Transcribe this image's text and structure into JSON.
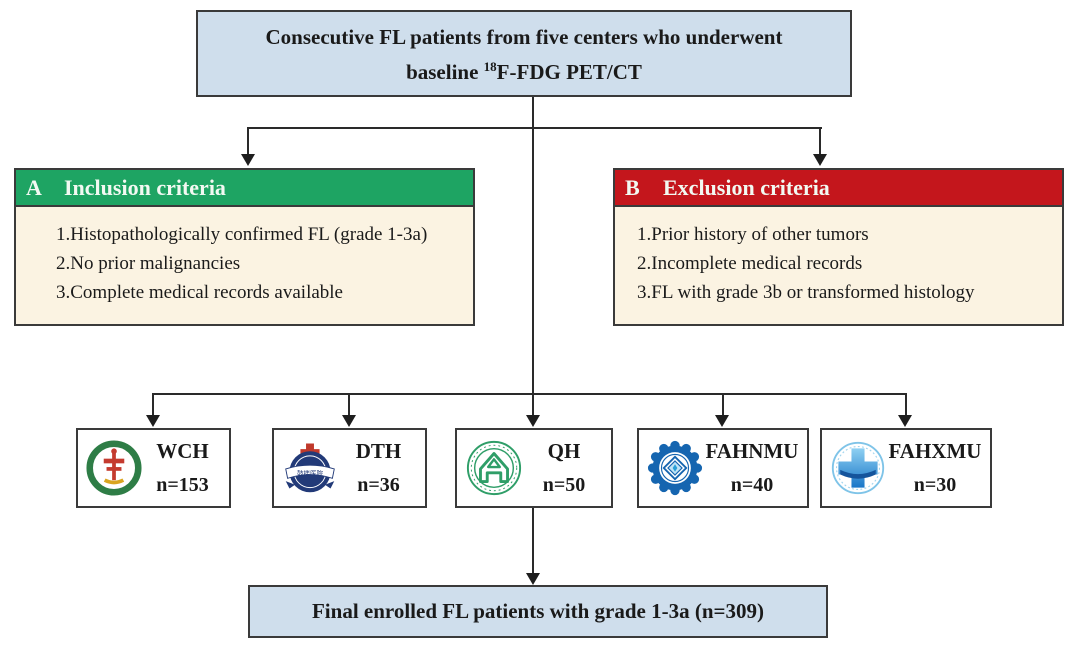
{
  "top_box": {
    "line1": "Consecutive FL patients from five centers who underwent",
    "line2_pre": "baseline ",
    "line2_sup": "18",
    "line2_post": "F-FDG PET/CT"
  },
  "inclusion": {
    "label": "A",
    "title": "Inclusion criteria",
    "header_color": "#1ea463",
    "items": [
      "1.Histopathologically confirmed FL (grade 1-3a)",
      "2.No prior malignancies",
      "3.Complete medical records available"
    ]
  },
  "exclusion": {
    "label": "B",
    "title": "Exclusion criteria",
    "header_color": "#c4161c",
    "items": [
      "1.Prior history of other tumors",
      "2.Incomplete medical records",
      "3.FL with grade 3b or transformed histology"
    ]
  },
  "centers": [
    {
      "acronym": "WCH",
      "n": "n=153",
      "logo": "wch-seal"
    },
    {
      "acronym": "DTH",
      "n": "n=36",
      "logo": "dth-seal"
    },
    {
      "acronym": "QH",
      "n": "n=50",
      "logo": "qh-seal"
    },
    {
      "acronym": "FAHNMU",
      "n": "n=40",
      "logo": "fahnmu-seal"
    },
    {
      "acronym": "FAHXMU",
      "n": "n=30",
      "logo": "fahxmu-seal"
    }
  ],
  "final_box": {
    "text": "Final enrolled FL patients with grade 1-3a (n=309)"
  },
  "colors": {
    "box_blue": "#cfdeec",
    "cream": "#fbf3e2",
    "green": "#1ea463",
    "red": "#c4161c",
    "border": "#3a3a3a",
    "connector": "#2a2a2a"
  }
}
